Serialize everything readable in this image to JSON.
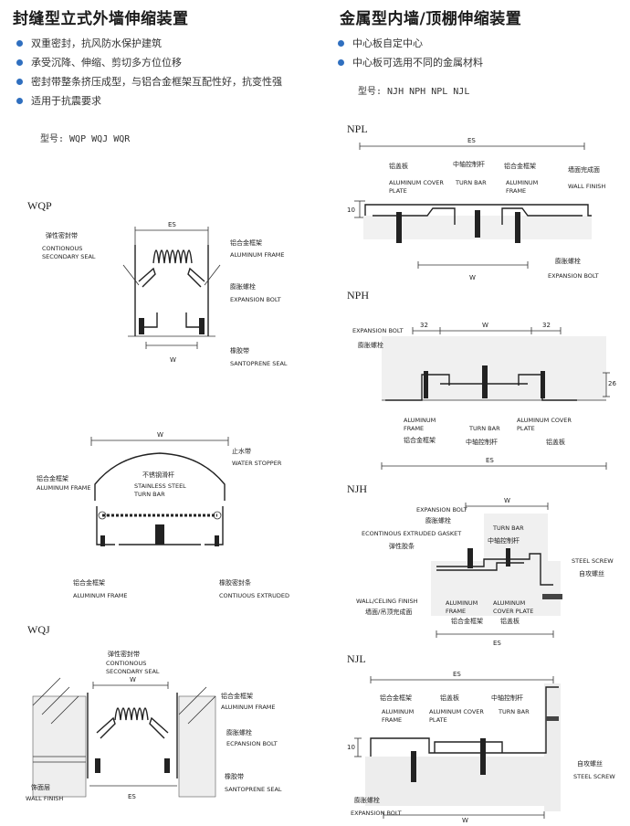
{
  "left": {
    "title": "封缝型立式外墙伸缩装置",
    "bullets": [
      "双重密封，抗风防水保护建筑",
      "承受沉降、伸缩、剪切多方位位移",
      "密封带整条挤压成型，与铝合金框架互配性好，抗变性强",
      "适用于抗震要求"
    ],
    "model": "型号: WQP WQJ WQR",
    "wqp": {
      "name": "WQP",
      "es": "ES",
      "w": "W",
      "l1_zh": "弹性密封带",
      "l1_en1": "CONTIONOUS",
      "l1_en2": "SECONDARY SEAL",
      "l2_zh": "铝合金框架",
      "l2_en": "ALUMINUM FRAME",
      "l3_zh": "膨胀螺栓",
      "l3_en": "EXPANSION BOLT",
      "l4_zh": "橡胶带",
      "l4_en": "SANTOPRENE SEAL"
    },
    "mid": {
      "w": "W",
      "l1_zh": "止水带",
      "l1_en": "WATER STOPPER",
      "l2_zh": "不锈钢滑杆",
      "l2_en1": "STAINLESS STEEL",
      "l2_en2": "TURN BAR",
      "l3_zh": "铝合金框架",
      "l3_en": "ALUMINUM FRAME",
      "l4_zh": "铝合金框架",
      "l4_en": "ALUMINUM FRAME",
      "l5_zh": "橡胶密封条",
      "l5_en": "CONTIUOUS EXTRUDED"
    },
    "wqj": {
      "name": "WQJ",
      "w": "W",
      "es": "ES",
      "l1_zh": "弹性密封带",
      "l1_en1": "CONTIONOUS",
      "l1_en2": "SECONDARY SEAL",
      "l2_zh": "铝合金框架",
      "l2_en": "ALUMINUM FRAME",
      "l3_zh": "膨胀螺栓",
      "l3_en": "ECPANSION BOLT",
      "l4_zh": "橡胶带",
      "l4_en": "SANTOPRENE SEAL",
      "l5_zh": "饰面层",
      "l5_en": "WALL FINISH"
    }
  },
  "right": {
    "title": "金属型内墙/顶棚伸缩装置",
    "bullets": [
      "中心板自定中心",
      "中心板可选用不同的金属材料"
    ],
    "model": "型号: NJH NPH NPL NJL",
    "npl": {
      "name": "NPL",
      "es": "ES",
      "w": "W",
      "dim": "10",
      "l1_zh": "铝盖板",
      "l1_en1": "ALUMINUM COVER",
      "l1_en2": "PLATE",
      "l2_zh": "中轴控制杆",
      "l2_en": "TURN BAR",
      "l3_zh": "铝合金框架",
      "l3_en1": "ALUMINUM",
      "l3_en2": "FRAME",
      "l4_zh": "墙面完成面",
      "l4_en": "WALL FINISH",
      "l5_zh": "膨胀螺栓",
      "l5_en": "EXPANSION BOLT"
    },
    "nph": {
      "name": "NPH",
      "d1": "32",
      "w": "W",
      "d2": "32",
      "d3": "26",
      "es": "ES",
      "l1_en": "EXPANSION BOLT",
      "l1_zh": "膨胀螺栓",
      "l2_en1": "ALUMINUM",
      "l2_en2": "FRAME",
      "l2_zh": "铝合金框架",
      "l3_en": "TURN BAR",
      "l3_zh": "中轴控制杆",
      "l4_en1": "ALUMINUM COVER",
      "l4_en2": "PLATE",
      "l4_zh": "铝盖板"
    },
    "njh": {
      "name": "NJH",
      "w": "W",
      "es": "ES",
      "l1_en": "EXPANSION BOLT",
      "l1_zh": "膨胀螺栓",
      "l2_en": "ECONTINOUS EXTRUDED GASKET",
      "l2_zh": "弹性胶条",
      "l3_en": "TURN BAR",
      "l3_zh": "中轴控制杆",
      "l4_en": "STEEL SCREW",
      "l4_zh": "自攻螺丝",
      "l5_en": "WALL/CELING FINISH",
      "l5_zh": "墙面/吊顶完成面",
      "l6_en1": "ALUMINUM",
      "l6_en2": "FRAME",
      "l6_zh": "铝合金框架",
      "l7_en1": "ALUMINUM",
      "l7_en2": "COVER PLATE",
      "l7_zh": "铝盖板"
    },
    "njl": {
      "name": "NJL",
      "es": "ES",
      "w": "W",
      "dim": "10",
      "l1_zh": "铝合金框架",
      "l1_en1": "ALUMINUM",
      "l1_en2": "FRAME",
      "l2_zh": "铝盖板",
      "l2_en1": "ALUMINUM COVER",
      "l2_en2": "PLATE",
      "l3_zh": "中轴控制杆",
      "l3_en": "TURN BAR",
      "l4_zh": "自攻螺丝",
      "l4_en": "STEEL SCREW",
      "l5_zh": "膨胀螺栓",
      "l5_en": "EXPANSION BOLT"
    }
  },
  "colors": {
    "bullet": "#2f6fbf",
    "ink": "#222222"
  }
}
